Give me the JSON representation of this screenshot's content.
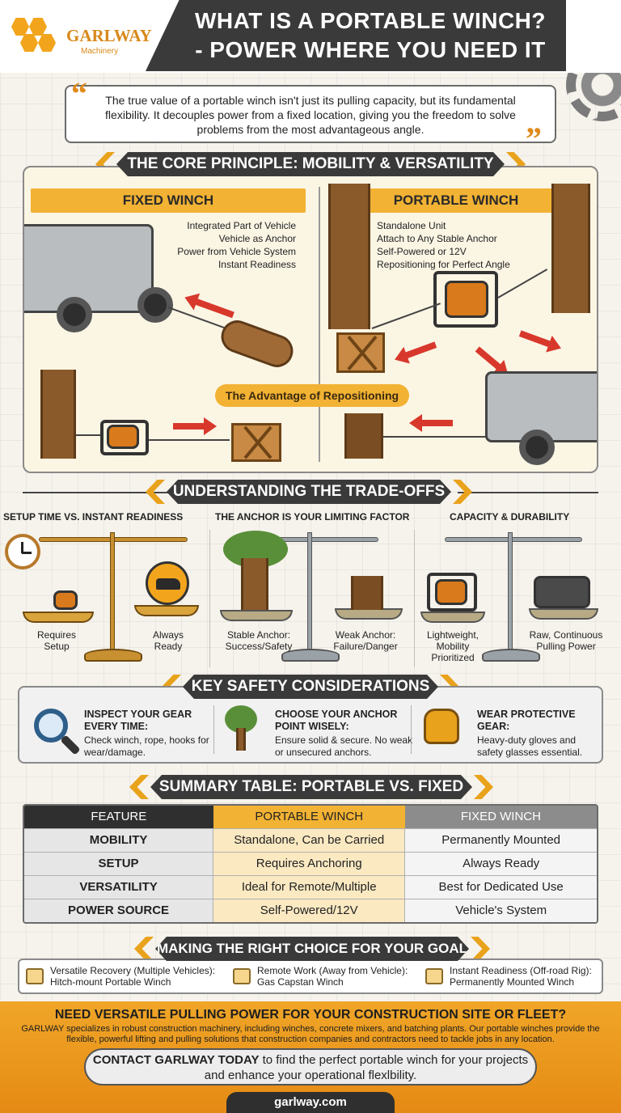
{
  "brand": {
    "name": "GARLWAY",
    "sub": "Machinery"
  },
  "title": {
    "line1": "WHAT IS A PORTABLE WINCH?",
    "line2": "- POWER WHERE YOU NEED IT"
  },
  "quote": "The true value of a portable winch isn't just its pulling capacity, but its fundamental flexibility. It decouples power from a fixed location, giving you the freedom to solve problems from the most advantageous angle.",
  "core": {
    "banner": "THE CORE PRINCIPLE: MOBILITY & VERSATILITY",
    "fixed": {
      "label": "FIXED WINCH",
      "items": [
        "Integrated Part of Vehicle",
        "Vehicle as Anchor",
        "Power from Vehicle System",
        "Instant Readiness"
      ]
    },
    "portable": {
      "label": "PORTABLE WINCH",
      "items": [
        "Standalone Unit",
        "Attach to Any Stable Anchor",
        "Self-Powered or 12V",
        "Repositioning for Perfect Angle"
      ]
    },
    "advantage": "The Advantage of Repositioning"
  },
  "tradeoffs": {
    "banner": "UNDERSTANDING THE TRADE-OFFS",
    "cols": [
      {
        "title": "SETUP TIME VS. INSTANT READINESS",
        "left": "Requires Setup",
        "right": "Always Ready"
      },
      {
        "title": "THE ANCHOR IS YOUR LIMITING FACTOR",
        "left": "Stable Anchor: Success/Safety",
        "right": "Weak Anchor: Failure/Danger"
      },
      {
        "title": "CAPACITY & DURABILITY",
        "left": "Lightweight, Mobility Prioritized",
        "right": "Raw, Continuous Pulling Power"
      }
    ]
  },
  "safety": {
    "banner": "KEY SAFETY CONSIDERATIONS",
    "items": [
      {
        "head": "INSPECT YOUR GEAR EVERY TIME:",
        "body": "Check winch, rope, hooks for wear/damage."
      },
      {
        "head": "CHOOSE YOUR ANCHOR POINT WISELY:",
        "body": "Ensure solid & secure. No weak or unsecured anchors."
      },
      {
        "head": "WEAR PROTECTIVE GEAR:",
        "body": "Heavy-duty gloves and safety glasses essential."
      }
    ]
  },
  "summary": {
    "banner": "SUMMARY TABLE: PORTABLE VS. FIXED",
    "headers": [
      "FEATURE",
      "PORTABLE WINCH",
      "FIXED WINCH"
    ],
    "rows": [
      [
        "MOBILITY",
        "Standalone, Can be Carried",
        "Permanently Mounted"
      ],
      [
        "SETUP",
        "Requires Anchoring",
        "Always Ready"
      ],
      [
        "VERSATILITY",
        "Ideal for Remote/Multiple",
        "Best for Dedicated Use"
      ],
      [
        "POWER SOURCE",
        "Self-Powered/12V",
        "Vehicle's System"
      ]
    ]
  },
  "choice": {
    "banner": "MAKING THE RIGHT CHOICE FOR YOUR GOAL",
    "items": [
      {
        "goal": "Versatile Recovery (Multiple Vehicles):",
        "pick": "Hitch-mount Portable Winch"
      },
      {
        "goal": "Remote Work (Away from Vehicle):",
        "pick": "Gas Capstan Winch"
      },
      {
        "goal": "Instant Readiness (Off-road Rig):",
        "pick": "Permanently Mounted Winch"
      }
    ]
  },
  "footer": {
    "title": "NEED VERSATILE PULLING POWER FOR YOUR CONSTRUCTION SITE OR FLEET?",
    "body": "GARLWAY specializes in robust construction machinery, including winches, concrete mixers, and batching plants. Our portable winches provide the flexible, powerful lifting and pulling solutions that construction companies and contractors need to tackle jobs in any location.",
    "contact_bold": "CONTACT GARLWAY TODAY",
    "contact_rest": " to find the perfect portable winch for your projects and enhance your operational flexlbility.",
    "url": "garlway.com"
  },
  "colors": {
    "accent": "#f2b233",
    "dark": "#3a3a3a",
    "arrow": "#d8382c",
    "footer": "#e99a1e"
  }
}
